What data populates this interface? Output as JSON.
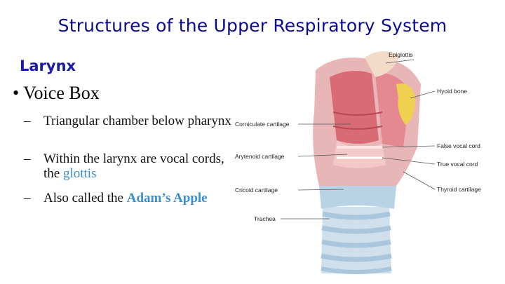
{
  "slide": {
    "title": "Structures of the Upper Respiratory System",
    "section": "Larynx",
    "bullet": "• Voice Box",
    "subbullets": [
      {
        "dash": "–",
        "text": "Triangular chamber below pharynx"
      },
      {
        "dash": "–",
        "text_before": "Within the larynx are vocal cords, the ",
        "highlight": "glottis"
      },
      {
        "dash": "–",
        "text_before": "Also called the ",
        "highlight": "Adam’s Apple"
      }
    ]
  },
  "diagram": {
    "labels_left": [
      "Corniculate cartilage",
      "Arytenoid cartilage",
      "Cricoid cartilage",
      "Trachea"
    ],
    "labels_right": [
      "Epiglottis",
      "Hyoid bone",
      "False vocal cord",
      "True vocal cord",
      "Thyroid cartilage"
    ]
  },
  "colors": {
    "title": "#0b0b8f",
    "section": "#1a1aa6",
    "highlight": "#3a8fd0"
  }
}
